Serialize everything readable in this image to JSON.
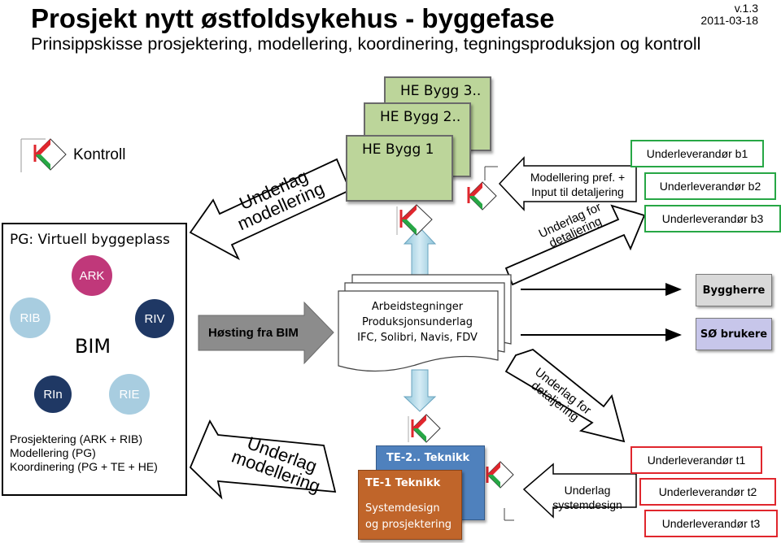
{
  "header": {
    "title": "Prosjekt nytt østfoldsykehus - byggefase",
    "subtitle": "Prinsippskisse prosjektering, modellering, koordinering, tegningsproduksjon og kontroll",
    "version": "v.1.3",
    "date": "2011-03-18"
  },
  "legend": {
    "kontroll_label": "Kontroll"
  },
  "pg": {
    "title": "PG: Virtuell byggeplass",
    "center": "BIM",
    "disciplines": [
      "ARK",
      "RIV",
      "RIE",
      "RIn",
      "RIB"
    ],
    "description": "Prosjektering (ARK + RIB)\nModellering (PG)\nKoordinering (PG + TE + HE)"
  },
  "he": {
    "boxes": [
      "HE Bygg 3..",
      "HE Bygg 2..",
      "HE Bygg 1"
    ]
  },
  "te": {
    "te2": "TE-2.. Teknikk",
    "te1": "TE-1 Teknikk",
    "te1_body_1": "Systemdesign",
    "te1_body_2": "og prosjektering"
  },
  "arrows": {
    "underlag_modellering_top": "Underlag\nmodellering",
    "underlag_modellering_bottom": "Underlag\nmodellering",
    "hosting": "Høsting fra BIM",
    "underlag_detaljering_top": "Underlag for\ndetaljering",
    "underlag_detaljering_bottom": "Underlag for\ndetaljering",
    "modellering_pref_1": "Modellering pref. +",
    "modellering_pref_2": "Input til detaljering",
    "underlag_systemdesign_1": "Underlag",
    "underlag_systemdesign_2": "systemdesign"
  },
  "documents": {
    "line1": "Arbeidstegninger",
    "line2": "Produksjonsunderlag",
    "line3": "IFC, Solibri, Navis, FDV"
  },
  "outputs": {
    "byggherre": "Byggherre",
    "so_brukere": "SØ brukere"
  },
  "subcontractors_b": [
    "Underleverandør b1",
    "Underleverandør b2",
    "Underleverandør b3"
  ],
  "subcontractors_t": [
    "Underleverandør t1",
    "Underleverandør t2",
    "Underleverandør t3"
  ],
  "colors": {
    "green": "#27a745",
    "red": "#e0262d",
    "he_fill": "#bcd59a",
    "te2_fill": "#4f81bd",
    "te1_fill": "#c0652a",
    "ring": "#d6ecf2",
    "bim_fill": "#4f81bd",
    "navy": "#1f3864",
    "pink": "#c0387a",
    "light_blue": "#a8cde0"
  }
}
